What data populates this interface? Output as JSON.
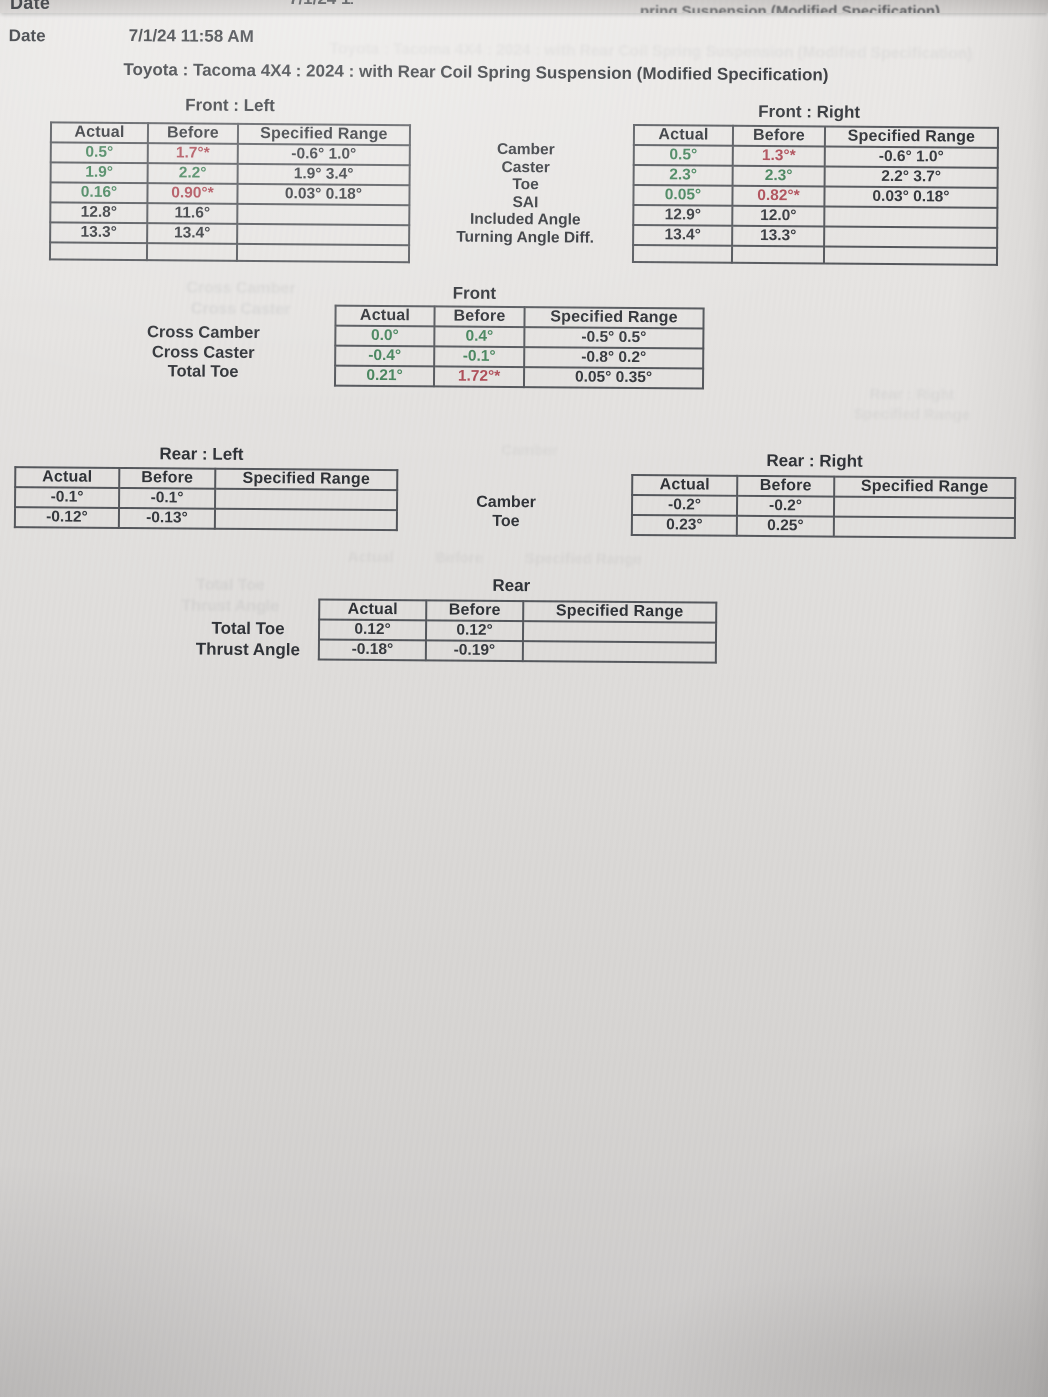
{
  "meta": {
    "date_label": "Date",
    "date_value": "7/1/24 11:58 AM",
    "title": "Toyota : Tacoma 4X4 : 2024 : with Rear Coil Spring Suspension (Modified Specification)"
  },
  "colors": {
    "in_spec_green": "#43825a",
    "out_of_spec_red": "#ad4a55",
    "ink": "#34373c",
    "paper_light": "#eae8e6",
    "paper_dark": "#c9c7c6"
  },
  "headers": [
    "Actual",
    "Before",
    "Specified Range"
  ],
  "front_axis_labels": [
    "Camber",
    "Caster",
    "Toe",
    "SAI",
    "Included Angle",
    "Turning Angle Diff."
  ],
  "rear_axis_labels": [
    "Camber",
    "Toe"
  ],
  "front_left": {
    "heading": "Front : Left",
    "rows": [
      {
        "actual": "0.5°",
        "actual_status": "ok",
        "before": "1.7°*",
        "before_status": "fail",
        "range": "-0.6° 1.0°"
      },
      {
        "actual": "1.9°",
        "actual_status": "ok",
        "before": "2.2°",
        "before_status": "ok",
        "range": "1.9° 3.4°"
      },
      {
        "actual": "0.16°",
        "actual_status": "ok",
        "before": "0.90°*",
        "before_status": "fail",
        "range": "0.03° 0.18°"
      },
      {
        "actual": "12.8°",
        "actual_status": "ink",
        "before": "11.6°",
        "before_status": "ink",
        "range": ""
      },
      {
        "actual": "13.3°",
        "actual_status": "ink",
        "before": "13.4°",
        "before_status": "ink",
        "range": ""
      },
      {
        "actual": "",
        "actual_status": "ink",
        "before": "",
        "before_status": "ink",
        "range": ""
      }
    ]
  },
  "front_right": {
    "heading": "Front : Right",
    "rows": [
      {
        "actual": "0.5°",
        "actual_status": "ok",
        "before": "1.3°*",
        "before_status": "fail",
        "range": "-0.6° 1.0°"
      },
      {
        "actual": "2.3°",
        "actual_status": "ok",
        "before": "2.3°",
        "before_status": "ok",
        "range": "2.2° 3.7°"
      },
      {
        "actual": "0.05°",
        "actual_status": "ok",
        "before": "0.82°*",
        "before_status": "fail",
        "range": "0.03° 0.18°"
      },
      {
        "actual": "12.9°",
        "actual_status": "ink",
        "before": "12.0°",
        "before_status": "ink",
        "range": ""
      },
      {
        "actual": "13.4°",
        "actual_status": "ink",
        "before": "13.3°",
        "before_status": "ink",
        "range": ""
      },
      {
        "actual": "",
        "actual_status": "ink",
        "before": "",
        "before_status": "ink",
        "range": ""
      }
    ]
  },
  "front_combined": {
    "heading": "Front",
    "row_labels": [
      "Cross Camber",
      "Cross Caster",
      "Total Toe"
    ],
    "rows": [
      {
        "actual": "0.0°",
        "actual_status": "ok",
        "before": "0.4°",
        "before_status": "ok",
        "range": "-0.5° 0.5°"
      },
      {
        "actual": "-0.4°",
        "actual_status": "ok",
        "before": "-0.1°",
        "before_status": "ok",
        "range": "-0.8° 0.2°"
      },
      {
        "actual": "0.21°",
        "actual_status": "ok",
        "before": "1.72°*",
        "before_status": "fail",
        "range": "0.05° 0.35°"
      }
    ]
  },
  "rear_left": {
    "heading": "Rear : Left",
    "rows": [
      {
        "actual": "-0.1°",
        "actual_status": "ink",
        "before": "-0.1°",
        "before_status": "ink",
        "range": ""
      },
      {
        "actual": "-0.12°",
        "actual_status": "ink",
        "before": "-0.13°",
        "before_status": "ink",
        "range": ""
      }
    ]
  },
  "rear_right": {
    "heading": "Rear : Right",
    "rows": [
      {
        "actual": "-0.2°",
        "actual_status": "ink",
        "before": "-0.2°",
        "before_status": "ink",
        "range": ""
      },
      {
        "actual": "0.23°",
        "actual_status": "ink",
        "before": "0.25°",
        "before_status": "ink",
        "range": ""
      }
    ]
  },
  "rear_combined": {
    "heading": "Rear",
    "row_labels": [
      "Total Toe",
      "Thrust Angle"
    ],
    "rows": [
      {
        "actual": "0.12°",
        "actual_status": "ink",
        "before": "0.12°",
        "before_status": "ink",
        "range": ""
      },
      {
        "actual": "-0.18°",
        "actual_status": "ink",
        "before": "-0.19°",
        "before_status": "ink",
        "range": ""
      }
    ]
  }
}
